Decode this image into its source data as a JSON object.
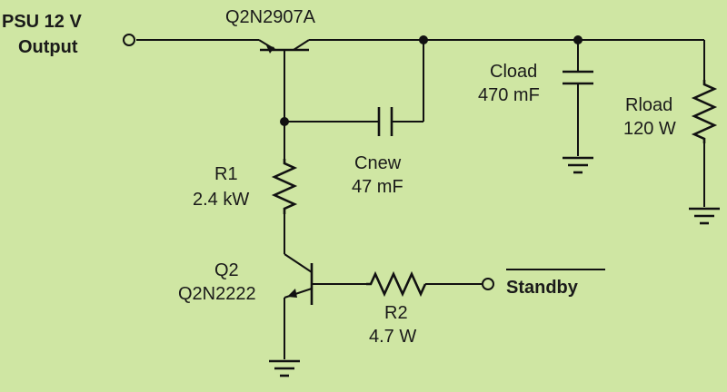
{
  "colors": {
    "background": "#cfe6a3",
    "ink": "#111111"
  },
  "input_label": {
    "line1": "PSU 12 V",
    "line2": "Output"
  },
  "q1": {
    "label": "Q2N2907A"
  },
  "q2": {
    "name": "Q2",
    "part": "Q2N2222"
  },
  "r1": {
    "name": "R1",
    "value": "2.4 kW"
  },
  "r2": {
    "name": "R2",
    "value": "4.7 W"
  },
  "cnew": {
    "name": "Cnew",
    "value": "47 mF"
  },
  "cload": {
    "name": "Cload",
    "value": "470 mF"
  },
  "rload": {
    "name": "Rload",
    "value": "120 W"
  },
  "standby": {
    "label": "Standby"
  }
}
